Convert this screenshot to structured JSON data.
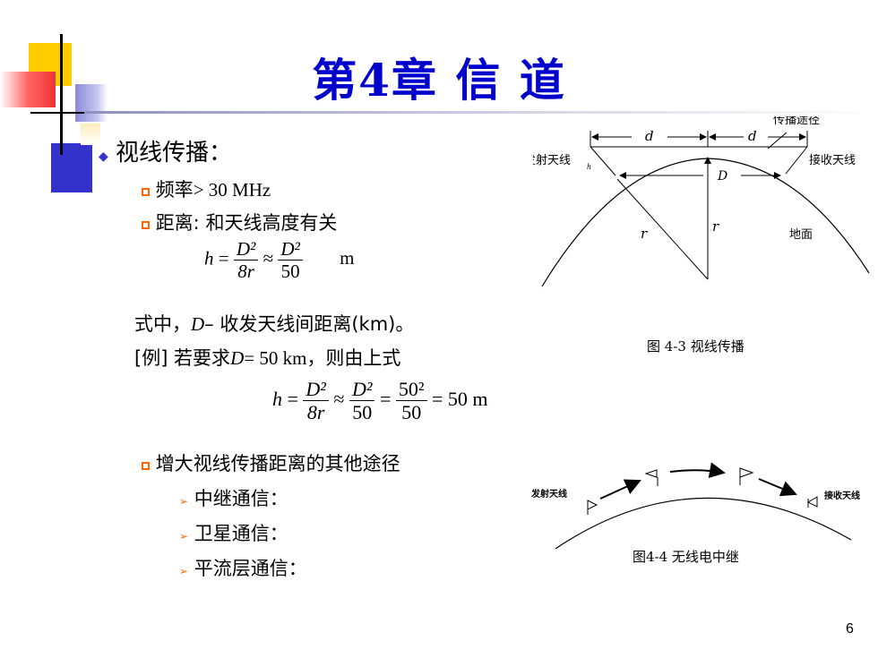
{
  "title": "第4章  信  道",
  "main": {
    "heading": "视线传播：",
    "items": [
      {
        "label": "频率",
        "value": "> 30 MHz"
      },
      {
        "label": "距离: 和天线高度有关"
      }
    ],
    "formula1": {
      "lhs": "h",
      "num1": "D²",
      "den1": "8r",
      "num2": "D²",
      "den2": "50",
      "unit": "m"
    },
    "line_shizhong": {
      "prefix": "式中，",
      "var": "D",
      "suffix": "– 收发天线间距离(km)。"
    },
    "line_example": {
      "prefix": "[例] 若要求",
      "var": "D",
      "mid": "= 50 km，",
      "suffix": "则由上式"
    },
    "formula2": {
      "lhs": "h",
      "num1": "D²",
      "den1": "8r",
      "num2": "D²",
      "den2": "50",
      "num3": "50²",
      "den3": "50",
      "result": "= 50  m"
    },
    "item3": "增大视线传播距离的其他途径",
    "subitems": [
      "中继通信：",
      "卫星通信：",
      "平流层通信："
    ]
  },
  "figure1": {
    "labels": {
      "tx": "发射天线",
      "rx": "接收天线",
      "path": "传播途径",
      "ground": "地面",
      "d": "d",
      "D": "D",
      "r": "r",
      "h": "h"
    },
    "caption": "图 4-3 视线传播"
  },
  "figure2": {
    "labels": {
      "tx": "发射天线",
      "rx": "接收天线"
    },
    "caption": "图4-4 无线电中继"
  },
  "page_number": "6"
}
